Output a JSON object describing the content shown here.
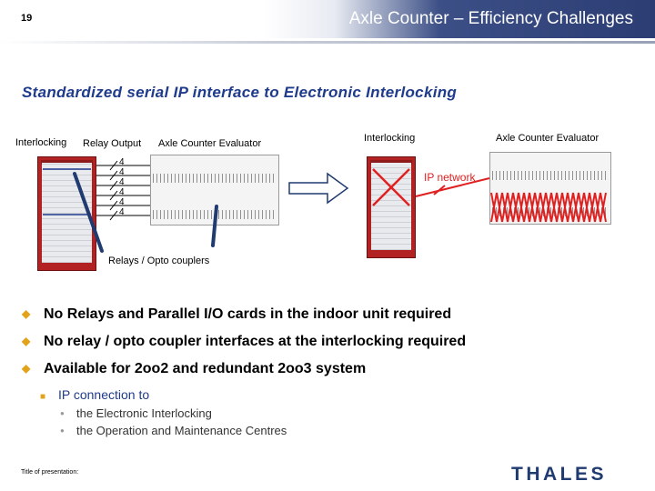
{
  "header": {
    "slide_number": "19",
    "title": "Axle Counter – Efficiency Challenges"
  },
  "subtitle": "Standardized serial IP interface to Electronic Interlocking",
  "diagram_left": {
    "interlocking_label": "Interlocking",
    "relay_output_label": "Relay Output",
    "evaluator_label": "Axle Counter Evaluator",
    "bus_counts": [
      "4",
      "4",
      "4",
      "4",
      "4",
      "4"
    ],
    "relays_label": "Relays / Opto couplers"
  },
  "diagram_right": {
    "interlocking_label": "Interlocking",
    "evaluator_label": "Axle Counter Evaluator",
    "network_label": "IP network"
  },
  "bullets": [
    "No Relays and Parallel I/O cards in the indoor unit required",
    "No relay / opto coupler interfaces at the interlocking required",
    "Available for 2oo2 and redundant 2oo3 system"
  ],
  "sub_bullet": "IP connection to",
  "sub_sub_bullets": [
    "the Electronic Interlocking",
    "the Operation and Maintenance Centres"
  ],
  "footer": {
    "presentation_label": "Title of presentation:",
    "logo_text": "THALES"
  },
  "colors": {
    "header_band": "#2b3d73",
    "subtitle": "#1f3b8c",
    "rack": "#b32222",
    "network_red": "#e02020",
    "bullet_mark": "#e2a21a"
  }
}
